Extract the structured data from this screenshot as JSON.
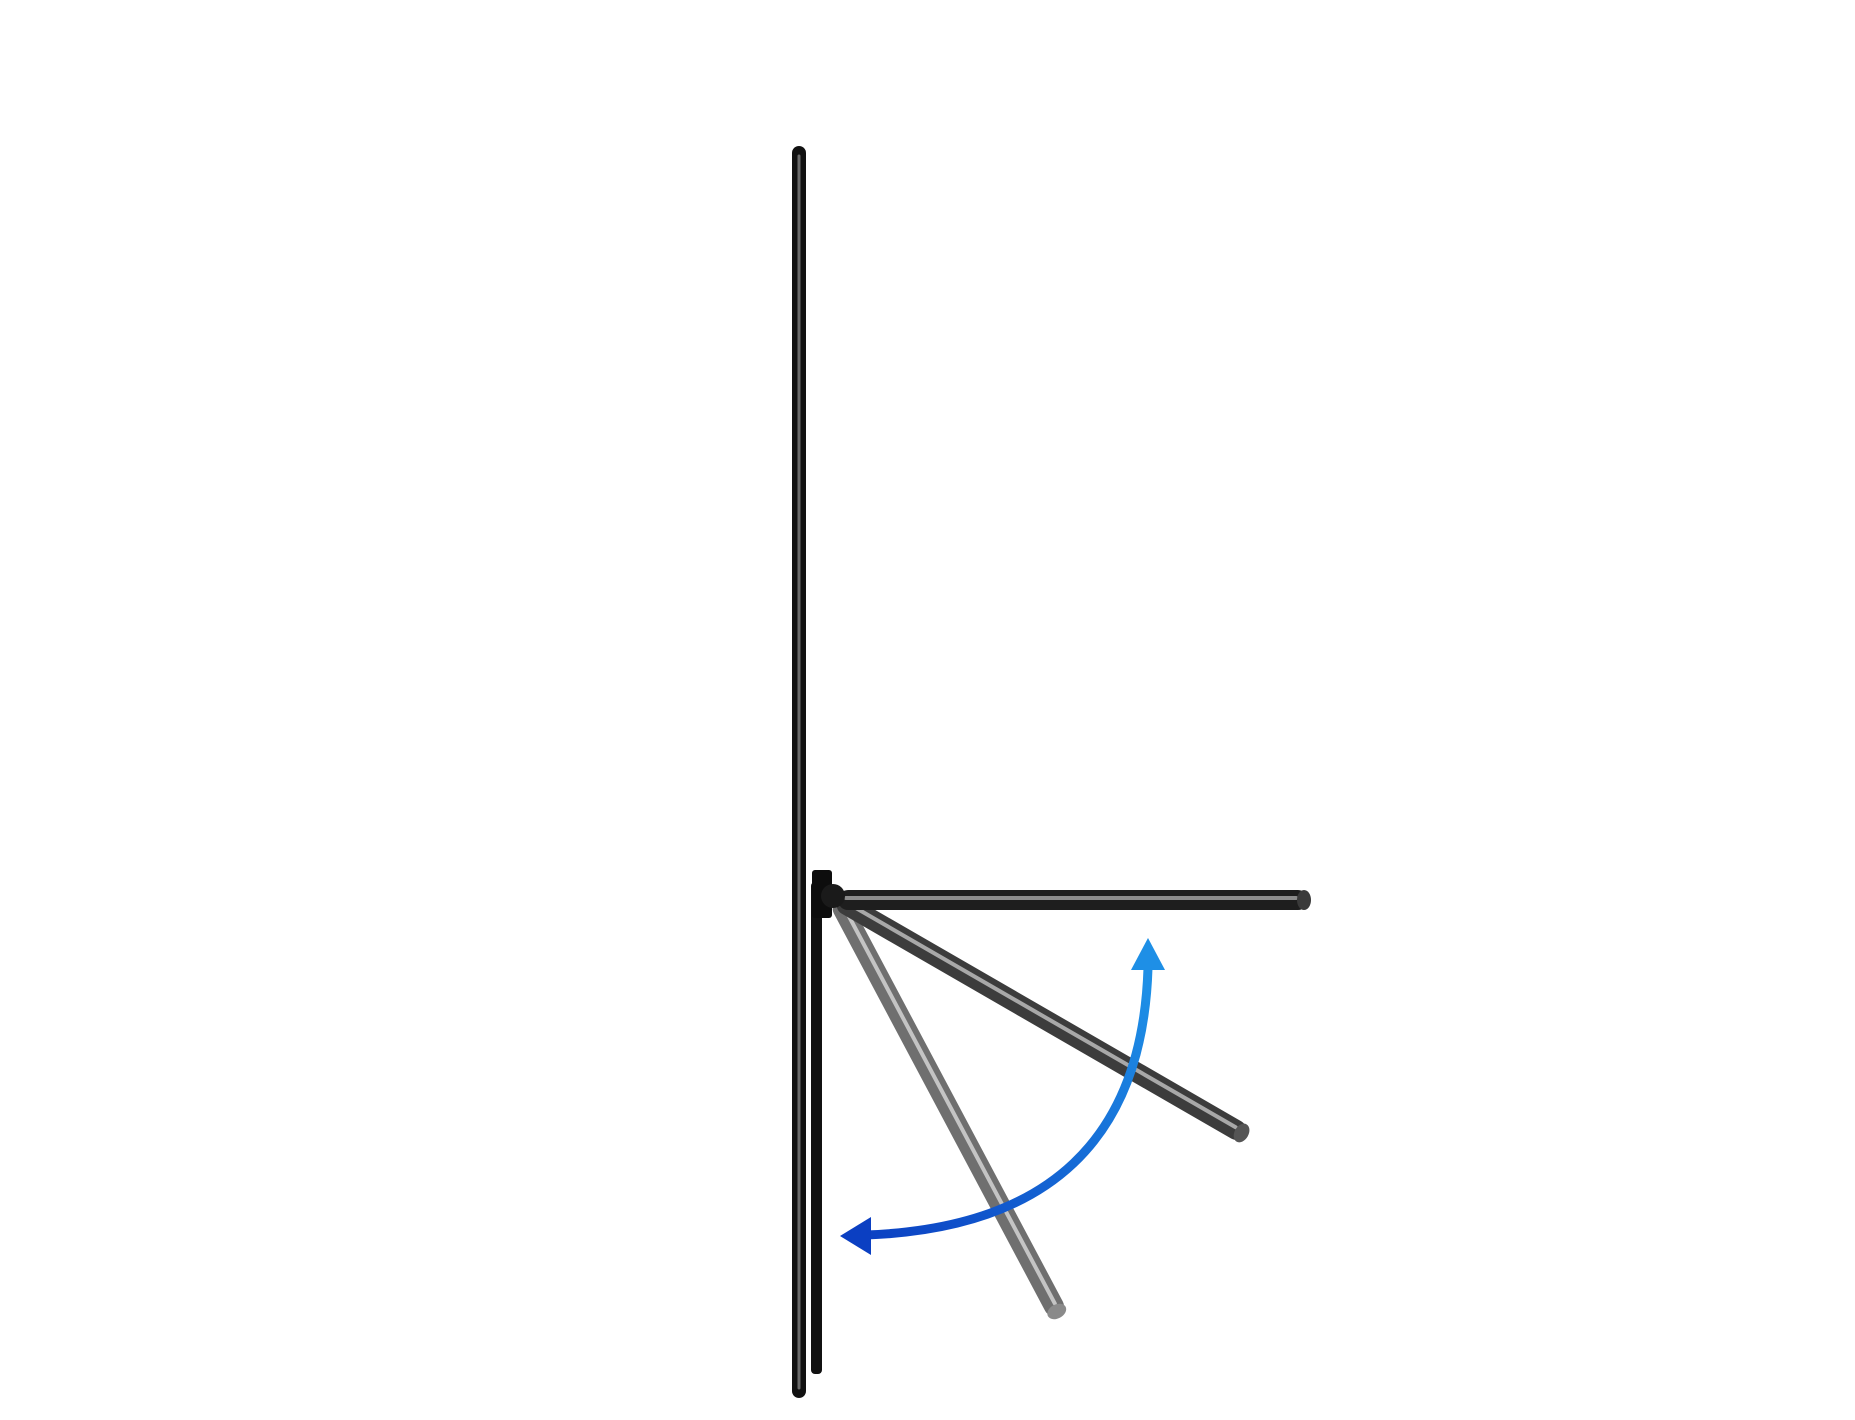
{
  "diagram": {
    "kind": "hinged-stand-rotation",
    "components": [
      "vertical-panel",
      "hinge-bracket",
      "stand-leg-folded",
      "stand-leg-intermediate",
      "stand-leg-open",
      "rotation-arrow"
    ],
    "colors": {
      "background": "#ffffff",
      "panel": "#111111",
      "panel_highlight": "#6a6a6a",
      "leg_open": "#1e1e1e",
      "leg_open_highlight": "#8c8c8c",
      "leg_mid": "#3c3c3c",
      "leg_mid_highlight": "#a8a8a8",
      "leg_folded": "#6f6f6f",
      "leg_folded_highlight": "#c4c4c4",
      "arrow_start": "#1e8fe6",
      "arrow_end": "#0b3fc2"
    },
    "rotation": {
      "direction": "counter-clockwise",
      "leg_angles_deg": [
        0,
        30,
        62
      ]
    }
  }
}
